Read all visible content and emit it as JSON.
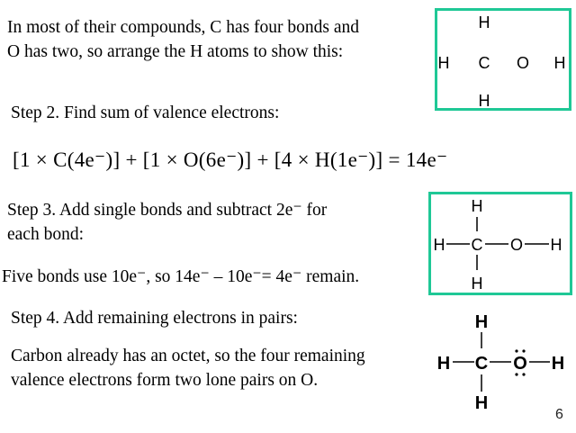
{
  "intro": {
    "line1": "In most of their compounds, C has four bonds and",
    "line2": "O has two, so arrange the H atoms to show this:"
  },
  "step2": {
    "label": "Step 2. Find sum of valence electrons:",
    "equation": "[1 × C(4e⁻)] + [1 × O(6e⁻)] + [4 × H(1e⁻)] = 14e⁻"
  },
  "step3": {
    "line1": "Step 3. Add single bonds and subtract 2e⁻ for",
    "line2": "each bond:",
    "line3": "Five bonds use 10e⁻, so 14e⁻ – 10e⁻= 4e⁻ remain."
  },
  "step4": {
    "label": "Step 4. Add remaining electrons in pairs:",
    "line1": "Carbon already has an octet, so the four remaining",
    "line2": "valence electrons form two lone pairs on O."
  },
  "atoms": {
    "H": "H",
    "C": "C",
    "O": "O"
  },
  "page_number": "6",
  "colors": {
    "box_border": "#1fc896"
  }
}
